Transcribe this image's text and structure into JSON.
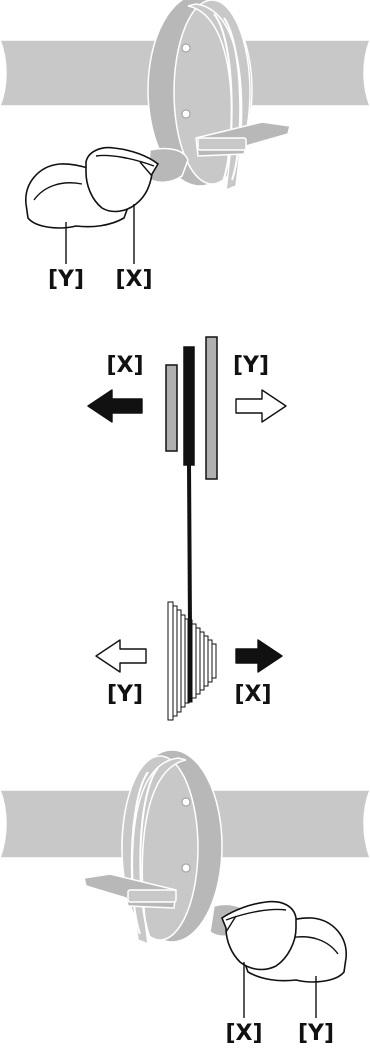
{
  "diagram": {
    "top_shifter": {
      "label_y": "[Y]",
      "label_x": "[X]"
    },
    "chainline": {
      "front_label_x": "[X]",
      "front_label_y": "[Y]",
      "rear_label_y": "[Y]",
      "rear_label_x": "[X]"
    },
    "bottom_shifter": {
      "label_x": "[X]",
      "label_y": "[Y]"
    }
  }
}
